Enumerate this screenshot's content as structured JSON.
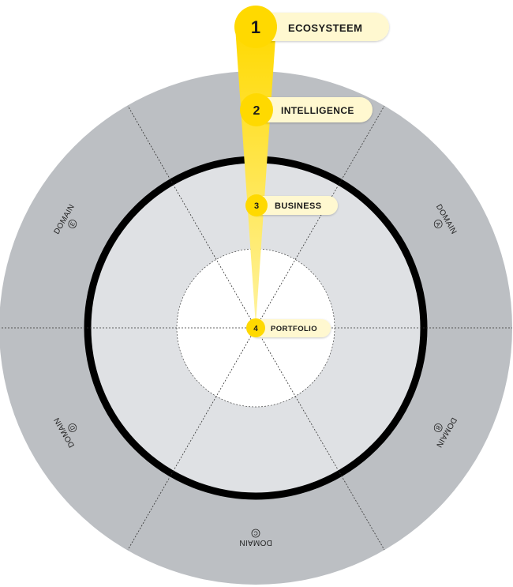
{
  "levels": [
    {
      "number": "1",
      "label": "ECOSYSTEEM"
    },
    {
      "number": "2",
      "label": "INTELLIGENCE"
    },
    {
      "number": "3",
      "label": "BUSINESS"
    },
    {
      "number": "4",
      "label": "PORTFOLIO"
    }
  ],
  "domains": [
    {
      "word": "DOMAIN",
      "letter": "A"
    },
    {
      "word": "DOMAIN",
      "letter": "B"
    },
    {
      "word": "DOMAIN",
      "letter": "C"
    },
    {
      "word": "DOMAIN",
      "letter": "D"
    },
    {
      "word": "DOMAIN",
      "letter": "E"
    }
  ],
  "colors": {
    "outer_ring": "#bcbfc3",
    "middle_ring": "#dfe1e4",
    "inner_circle": "#ffffff",
    "separator": "#000000",
    "accent": "#ffd900",
    "pill": "#fff8d0"
  }
}
